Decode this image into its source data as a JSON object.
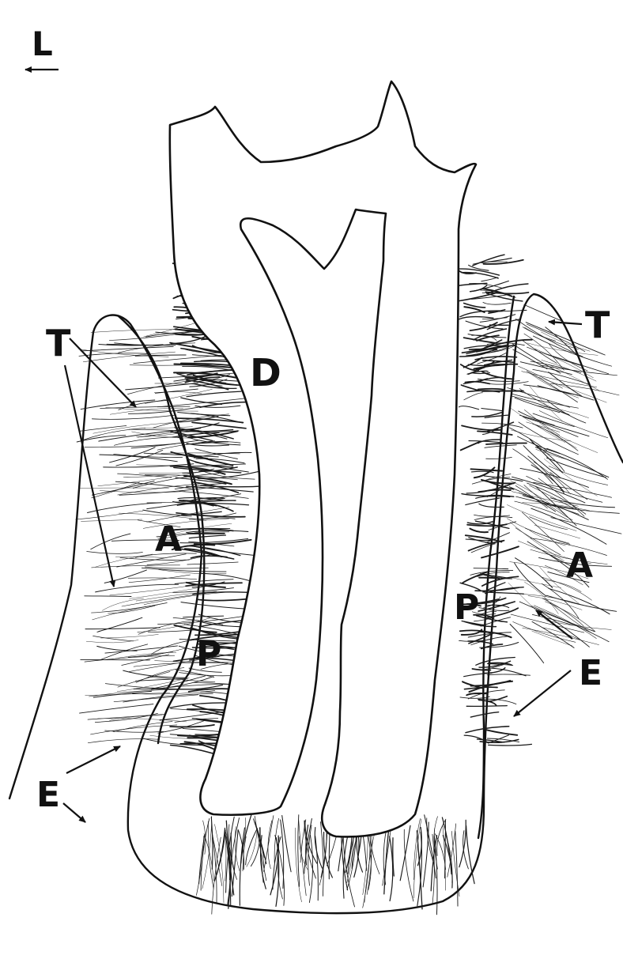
{
  "labels": {
    "orientation": "L",
    "dentine": "D",
    "alveolar_left": "A",
    "alveolar_right": "A",
    "periodontal_left": "P",
    "periodontal_right": "P",
    "transseptal_left": "T",
    "transseptal_right": "T",
    "epithelium_left": "E",
    "epithelium_right": "E"
  },
  "colors": {
    "ink": "#111111",
    "paper": "#ffffff"
  }
}
